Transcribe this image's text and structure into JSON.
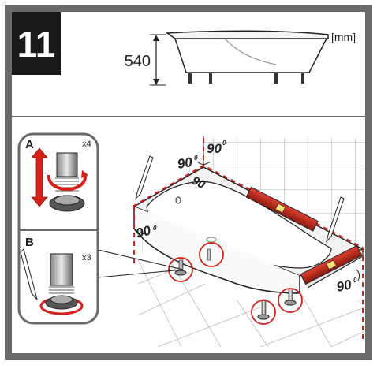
{
  "step": {
    "number": "11"
  },
  "dimensions": {
    "height_value": "540",
    "unit": "[mm]"
  },
  "angles": {
    "label": "90",
    "degree": "0"
  },
  "detail_a": {
    "letter": "A",
    "count": "x4"
  },
  "detail_b": {
    "letter": "B",
    "count": "x3"
  },
  "colors": {
    "frame": "#6a6a6a",
    "accent": "#d4221a",
    "level": "#c8281c",
    "step_bg": "#1a1a1a"
  }
}
